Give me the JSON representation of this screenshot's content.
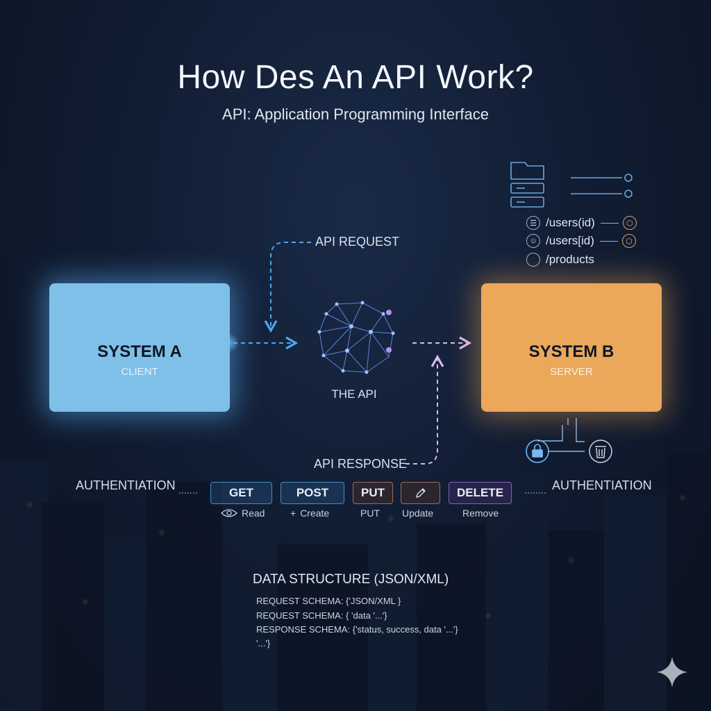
{
  "title": "How Des An API Work?",
  "subtitle": "API: Application Programming Interface",
  "system_a": {
    "title": "SYSTEM A",
    "role": "CLIENT"
  },
  "system_b": {
    "title": "SYSTEM B",
    "role": "SERVER"
  },
  "api": {
    "label": "THE API"
  },
  "request_label": "API REQUEST",
  "response_label": "API RESPONSE",
  "auth_left": "AUTHENTIATION",
  "auth_right": "AUTHENTIATION",
  "methods": [
    {
      "label": "GET",
      "caption": "Read",
      "caption_icon": "eye-icon"
    },
    {
      "label": "POST",
      "caption": "Create",
      "caption_icon": "plus-icon"
    },
    {
      "label": "PUT",
      "caption": "PUT"
    },
    {
      "label": "",
      "caption": "Update",
      "icon": "pencil-icon"
    },
    {
      "label": "DELETE",
      "caption": "Remove"
    }
  ],
  "endpoints": [
    {
      "path": "/users(id)",
      "icon": "list-icon",
      "end_icon": "cube-icon"
    },
    {
      "path": "/users[id)",
      "icon": "user-icon",
      "end_icon": "cube-icon"
    },
    {
      "path": "/products",
      "icon": "circle-icon"
    }
  ],
  "data_structure": {
    "title": "DATA STRUCTURE (JSON/XML)",
    "lines": [
      "REQUEST SCHEMA: {'JSON/XML }",
      "REQUEST SCHEMA: { 'data '...'}",
      "RESPONSE SCHEMA: {'status, success, data '...'}",
      "'...'}"
    ]
  },
  "colors": {
    "client_box": "#7fc0e8",
    "server_box": "#eba85a",
    "request_arrow": "#4da8ef",
    "response_arrow": "#d8b8f0",
    "background": "#111d33"
  }
}
